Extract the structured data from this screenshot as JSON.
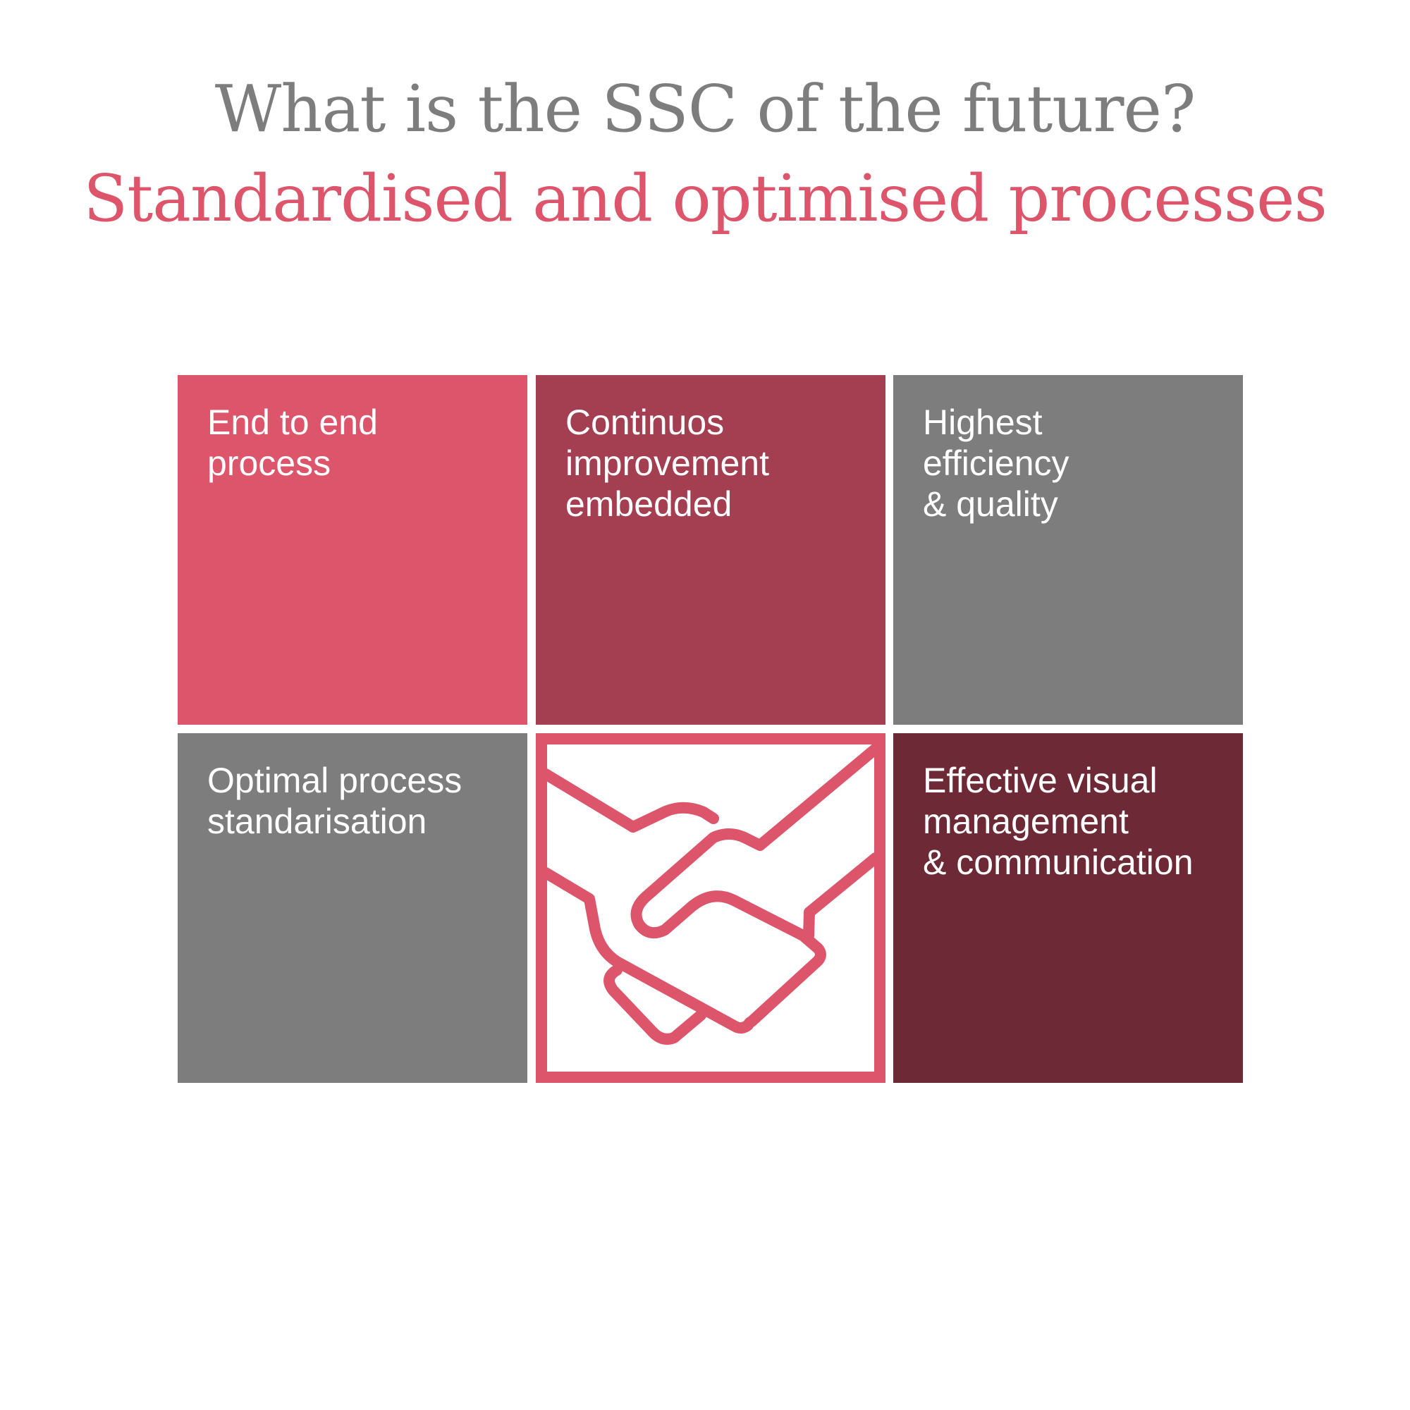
{
  "header": {
    "title": "What is the SSC of the future?",
    "subtitle": "Standardised and optimised processes"
  },
  "colors": {
    "title_gray": "#7d7d7d",
    "accent_pink": "#dc556b",
    "burgundy": "#a43e51",
    "gray": "#7d7d7d",
    "dark_maroon": "#6e2936"
  },
  "tiles": [
    {
      "label": "End to end\nprocess",
      "color": "#dc556b"
    },
    {
      "label": "Continuos\nimprovement\nembedded",
      "color": "#a43e51"
    },
    {
      "label": "Highest\nefficiency\n& quality",
      "color": "#7d7d7d"
    },
    {
      "label": "Optimal process\nstandarisation",
      "color": "#7d7d7d"
    },
    {
      "icon": "handshake-icon",
      "color": "#dc556b"
    },
    {
      "label": "Effective visual\nmanagement\n& communication",
      "color": "#6e2936"
    }
  ]
}
